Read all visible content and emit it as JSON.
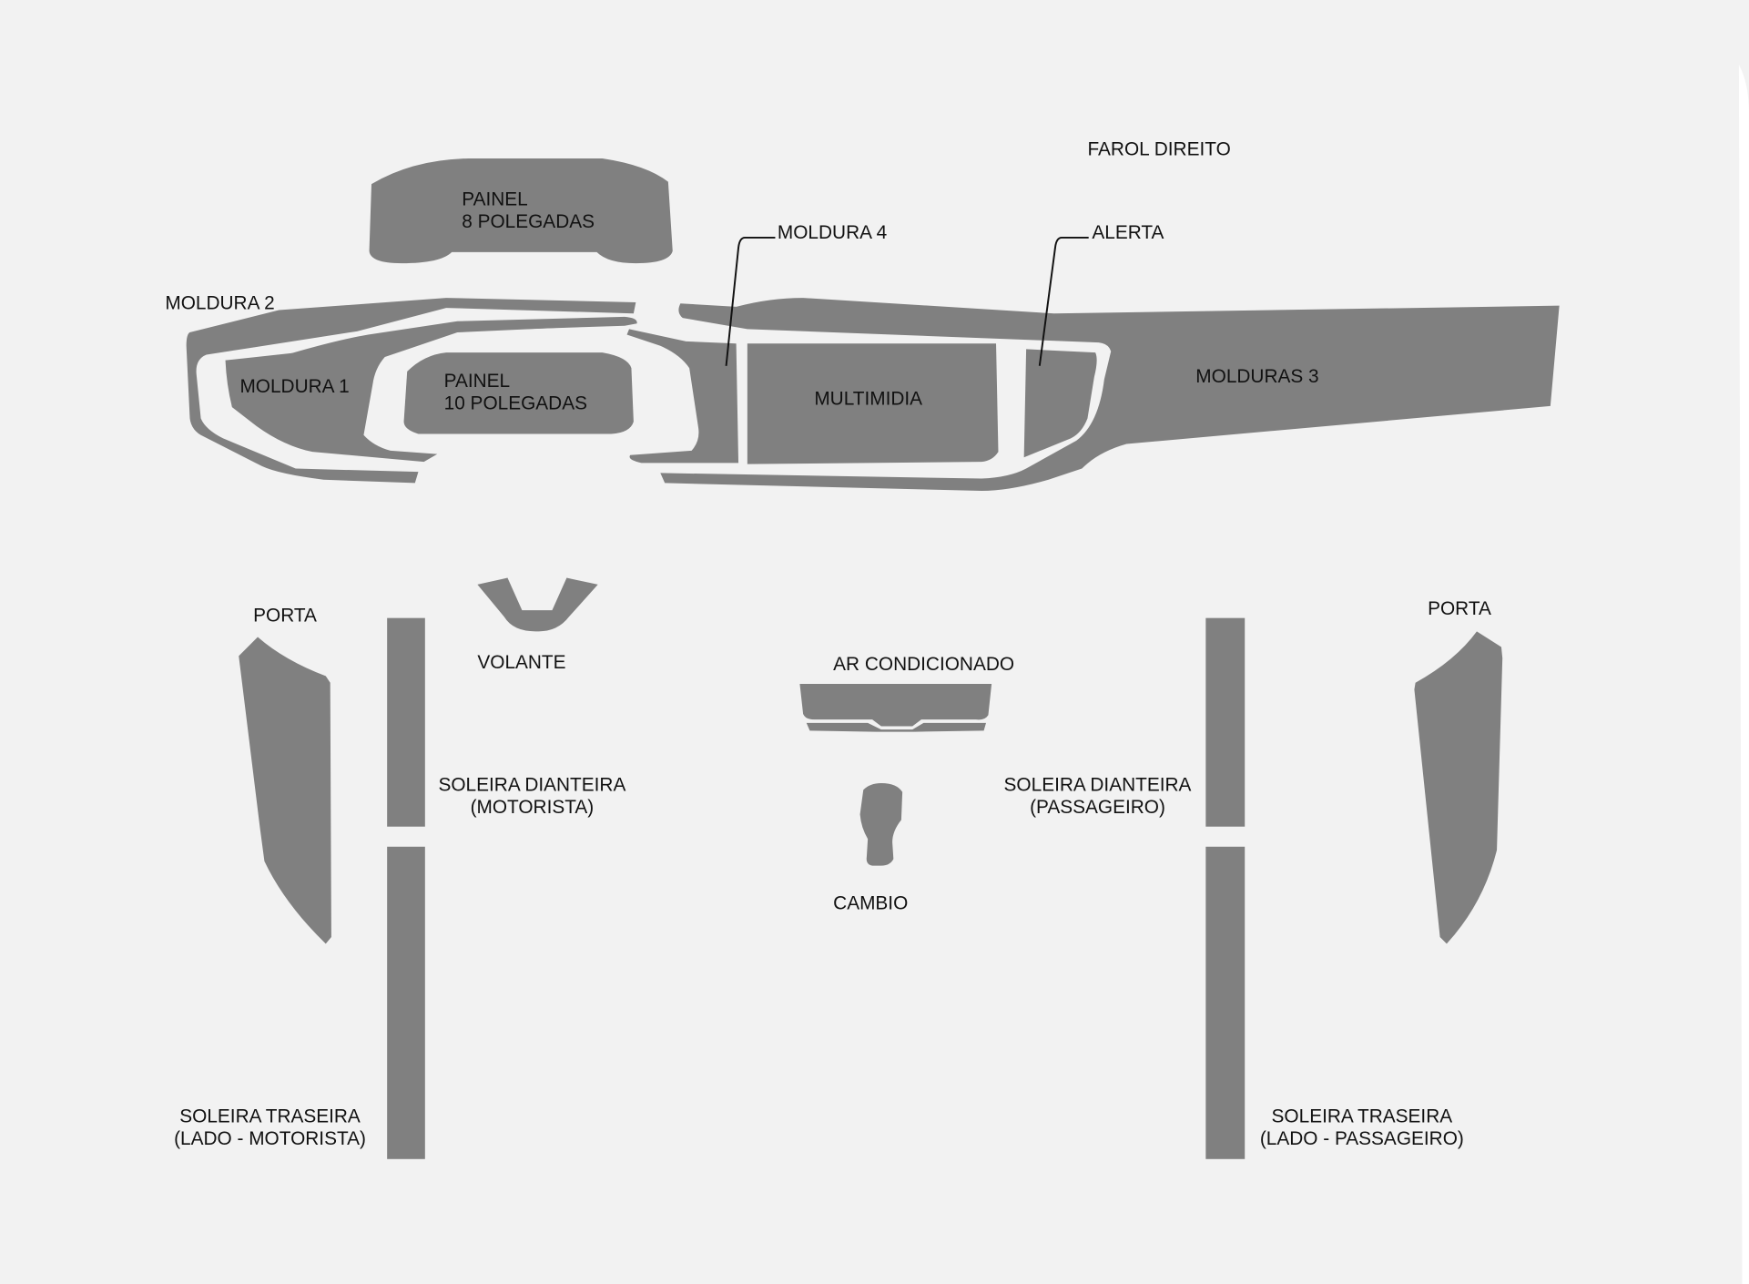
{
  "colors": {
    "background": "#f2f2f2",
    "part": "#808080",
    "text": "#111111"
  },
  "labels": {
    "farol_direito": "FAROL DIREITO",
    "painel8_l1": "PAINEL",
    "painel8_l2": "8 POLEGADAS",
    "moldura4": "MOLDURA 4",
    "alerta": "ALERTA",
    "moldura2": "MOLDURA 2",
    "moldura1": "MOLDURA 1",
    "painel10_l1": "PAINEL",
    "painel10_l2": "10 POLEGADAS",
    "multimidia": "MULTIMIDIA",
    "molduras3": "MOLDURAS 3",
    "porta_esq": "PORTA",
    "porta_dir": "PORTA",
    "volante": "VOLANTE",
    "ar_condicionado": "AR CONDICIONADO",
    "soleira_diant_mot_l1": "SOLEIRA DIANTEIRA",
    "soleira_diant_mot_l2": "(MOTORISTA)",
    "soleira_diant_pas_l1": "SOLEIRA DIANTEIRA",
    "soleira_diant_pas_l2": "(PASSAGEIRO)",
    "cambio": "CAMBIO",
    "soleira_tras_mot_l1": "SOLEIRA TRASEIRA",
    "soleira_tras_mot_l2": "(LADO - MOTORISTA)",
    "soleira_tras_pas_l1": "SOLEIRA TRASEIRA",
    "soleira_tras_pas_l2": "(LADO - PASSAGEIRO)"
  }
}
